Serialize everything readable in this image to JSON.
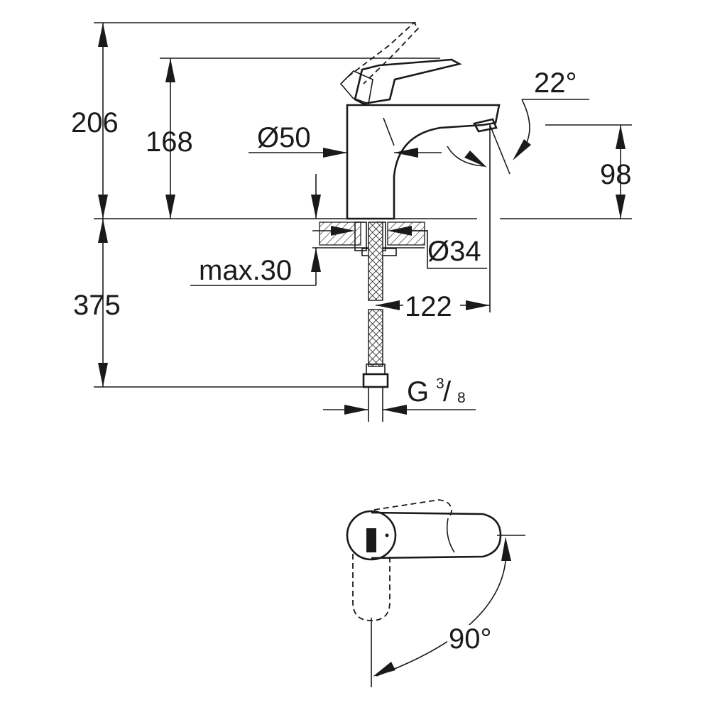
{
  "dimensions": {
    "total_height": "206",
    "body_height": "168",
    "body_diameter": "Ø50",
    "lever_angle": "22°",
    "spout_height": "98",
    "hole_diameter": "Ø34",
    "max_deck": "max.30",
    "hose_length": "375",
    "reach": "122",
    "thread_main": "G",
    "thread_num": "3",
    "thread_sep": "/",
    "thread_den": "8",
    "swivel_angle": "90°"
  }
}
